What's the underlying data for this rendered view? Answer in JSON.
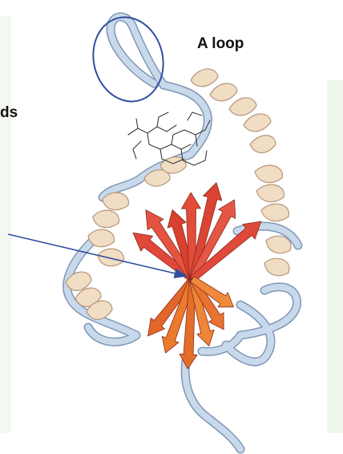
{
  "annotations": {
    "loop_label": "A loop",
    "cut_label_fragment": "ds"
  },
  "colors": {
    "coil": "#c9d9ec",
    "coil_edge": "#7f96b5",
    "helix": "#f1dcc4",
    "helix_edge": "#b4977a",
    "strand_red": "#e0483a",
    "strand_orange": "#ec7a2c",
    "callout": "#2f4ea0",
    "ligand": "#3a3a3a",
    "tint": "#edf6e8"
  },
  "icons": {
    "loop_marker": "ellipse-outline",
    "pointer": "arrow"
  }
}
